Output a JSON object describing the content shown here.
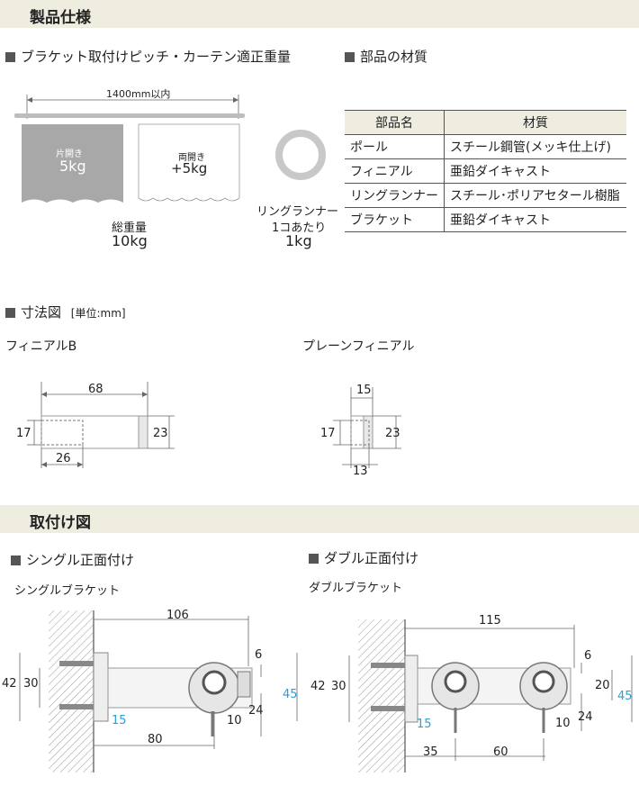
{
  "sections": {
    "spec_title": "製品仕様",
    "mount_title": "取付け図"
  },
  "weight": {
    "heading": "ブラケット取付けピッチ・カーテン適正重量",
    "pitch_label": "1400mm以内",
    "single_open_label": "片開き",
    "single_open_value": "5kg",
    "double_open_label": "両開き",
    "double_open_value": "+5kg",
    "total_label": "総重量",
    "total_value": "10kg",
    "ring_label": "リングランナー",
    "ring_sub": "1コあたり",
    "ring_value": "1kg"
  },
  "materials": {
    "heading": "部品の材質",
    "columns": [
      "部品名",
      "材質"
    ],
    "rows": [
      [
        "ポール",
        "スチール鋼管(メッキ仕上げ)"
      ],
      [
        "フィニアル",
        "亜鉛ダイキャスト"
      ],
      [
        "リングランナー",
        "スチール･ポリアセタール樹脂"
      ],
      [
        "ブラケット",
        "亜鉛ダイキャスト"
      ]
    ]
  },
  "dimensions": {
    "heading": "寸法図",
    "unit": "[単位:mm]",
    "finial_b": {
      "label": "フィニアルB",
      "length": "68",
      "inner_length": "26",
      "inner_height": "17",
      "height": "23"
    },
    "plain_finial": {
      "label": "プレーンフィニアル",
      "length": "15",
      "inner_length": "13",
      "inner_height": "17",
      "height": "23"
    }
  },
  "mounting": {
    "single": {
      "heading": "シングル正面付け",
      "label": "シングルブラケット",
      "dims": {
        "total": "106",
        "h42": "42",
        "h30": "30",
        "d6": "6",
        "h45": "45",
        "d24": "24",
        "d15": "15",
        "d10": "10",
        "d80": "80"
      }
    },
    "double": {
      "heading": "ダブル正面付け",
      "label": "ダブルブラケット",
      "dims": {
        "total": "115",
        "h42": "42",
        "h30": "30",
        "d6": "6",
        "h20": "20",
        "h45": "45",
        "d24": "24",
        "d15": "15",
        "d10": "10",
        "d35": "35",
        "d60": "60"
      }
    }
  },
  "colors": {
    "band": "#efece0",
    "accent_blue": "#2b9fd4",
    "curtain_gray": "#a8a8a8"
  }
}
